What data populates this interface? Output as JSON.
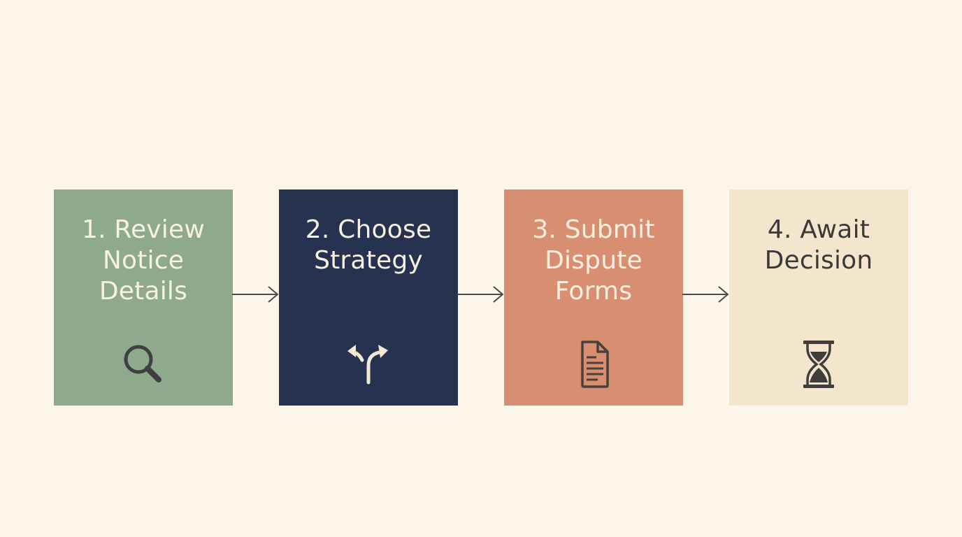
{
  "steps": [
    {
      "lines": [
        "1. Review",
        "Notice",
        "Details"
      ],
      "icon": "magnifier-icon",
      "bg": "#8ea98b",
      "text_color": "#f6f1e3",
      "icon_color": "#3f4140"
    },
    {
      "lines": [
        "2. Choose",
        "Strategy"
      ],
      "icon": "fork-arrow-icon",
      "bg": "#263250",
      "text_color": "#f6f1e3",
      "icon_color": "#f3ead6"
    },
    {
      "lines": [
        "3. Submit",
        "Dispute",
        "Forms"
      ],
      "icon": "document-icon",
      "bg": "#d78e71",
      "text_color": "#fbeedf",
      "icon_color": "#4a403b"
    },
    {
      "lines": [
        "4. Await",
        "Decision"
      ],
      "icon": "hourglass-icon",
      "bg": "#f3e6cd",
      "text_color": "#3b3a38",
      "icon_color": "#3f3e3c"
    }
  ],
  "connector_color": "#4a4a48",
  "background": "#fcf5ea"
}
